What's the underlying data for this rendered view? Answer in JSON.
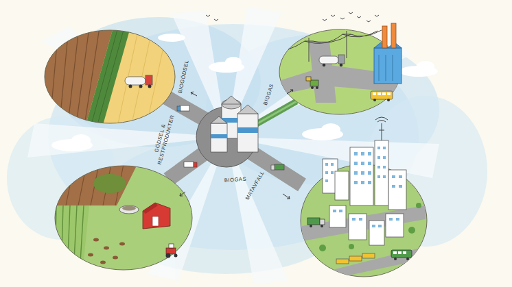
{
  "diagram": {
    "labels": [
      "BIOGÖDSEL",
      "BIOGAS",
      "GÖDSEL & RESTPRODUKTER",
      "MATAVFALL",
      "BIOGAS"
    ]
  }
}
